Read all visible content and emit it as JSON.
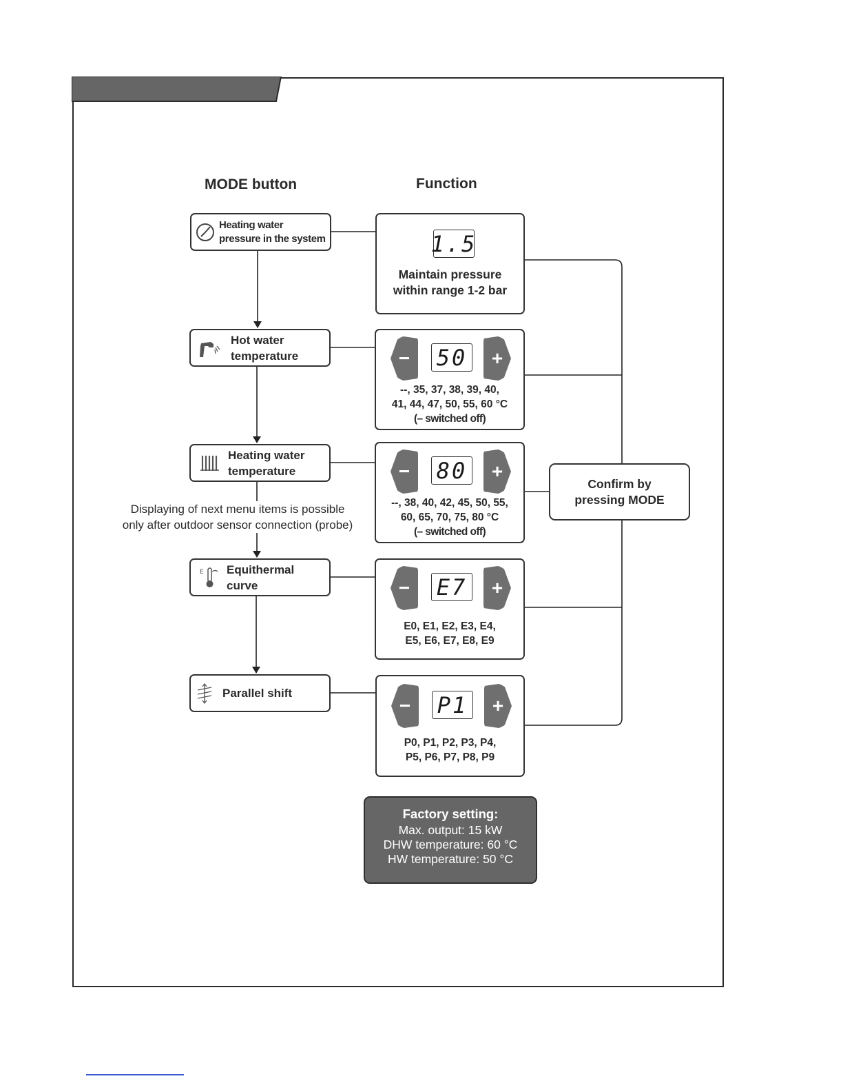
{
  "headings": {
    "mode": "MODE button",
    "function": "Function"
  },
  "modes": [
    {
      "id": "pressure",
      "icon": "pressure-gauge-icon",
      "label_lines": [
        "Heating water",
        "pressure in the system"
      ]
    },
    {
      "id": "hot-water",
      "icon": "water-tap-icon",
      "label_lines": [
        "Hot water",
        "temperature"
      ]
    },
    {
      "id": "heating-water",
      "icon": "radiator-icon",
      "label_lines": [
        "Heating water",
        "temperature"
      ]
    },
    {
      "id": "equithermal",
      "icon": "thermometer-icon",
      "label_lines": [
        "Equithermal",
        "curve"
      ]
    },
    {
      "id": "parallel",
      "icon": "parallel-shift-icon",
      "label_lines": [
        "Parallel shift"
      ]
    }
  ],
  "functions": [
    {
      "id": "pressure",
      "display": "1.5",
      "has_buttons": false,
      "text_lines": [
        "Maintain pressure",
        "within range 1-2 bar"
      ]
    },
    {
      "id": "hot-water",
      "display": "50",
      "has_buttons": true,
      "text_lines": [
        "--, 35, 37, 38, 39, 40,",
        "41, 44, 47,  50, 55, 60 °C",
        "(– switched off)"
      ]
    },
    {
      "id": "heating-water",
      "display": "80",
      "has_buttons": true,
      "text_lines": [
        "--, 38, 40, 42, 45, 50, 55,",
        "60, 65, 70, 75, 80 °C",
        "(– switched off)"
      ]
    },
    {
      "id": "equithermal",
      "display": "E7",
      "has_buttons": true,
      "text_lines": [
        "E0, E1, E2, E3, E4,",
        "E5, E6, E7, E8, E9"
      ]
    },
    {
      "id": "parallel",
      "display": "P1",
      "has_buttons": true,
      "text_lines": [
        "P0, P1, P2, P3, P4,",
        "P5, P6, P7, P8, P9"
      ]
    }
  ],
  "buttons": {
    "minus": "−",
    "plus": "+"
  },
  "note_lines": [
    "Displaying of next menu items is possible",
    "only after outdoor sensor connection (probe)"
  ],
  "confirm_lines": [
    "Confirm by",
    "pressing MODE"
  ],
  "factory": {
    "title": "Factory setting:",
    "lines": [
      "Max. output: 15 kW",
      "DHW temperature:  60 °C",
      "HW temperature: 50 °C"
    ]
  },
  "colors": {
    "frame": "#2b2b2b",
    "tab": "#666666",
    "factory_bg": "#666666",
    "button_bg": "#6f6f6f",
    "footer_link": "#3b5bd3"
  }
}
